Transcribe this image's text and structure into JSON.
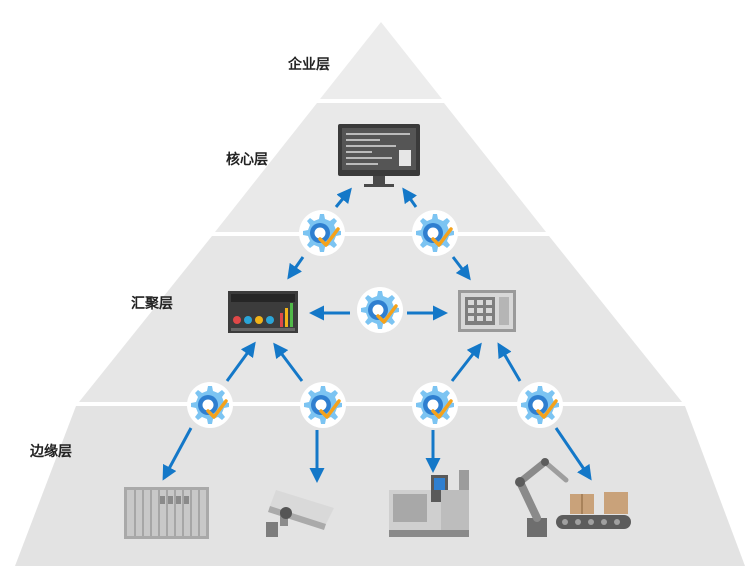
{
  "layers": {
    "enterprise": "企业层",
    "core": "核心层",
    "aggregation": "汇聚层",
    "edge": "边缘层"
  },
  "colors": {
    "tier_top": "#ececec",
    "tier_core": "#e9e9e9",
    "tier_aggregation": "#e6e6e6",
    "tier_edge": "#e3e3e3",
    "arrow": "#1478c8",
    "gear_light": "#7cc4f2",
    "gear_dark": "#2f7fd0",
    "check": "#f5a21b",
    "device": "#8a8a8a"
  },
  "icons": {
    "gear": "gear-check-icon",
    "core": "monitor-icon",
    "aggregation_left": "dashboard-panel-icon",
    "aggregation_right": "control-panel-icon",
    "edge": [
      "plc-cabinet-icon",
      "camera-icon",
      "cnc-machine-icon",
      "robot-conveyor-icon"
    ]
  }
}
